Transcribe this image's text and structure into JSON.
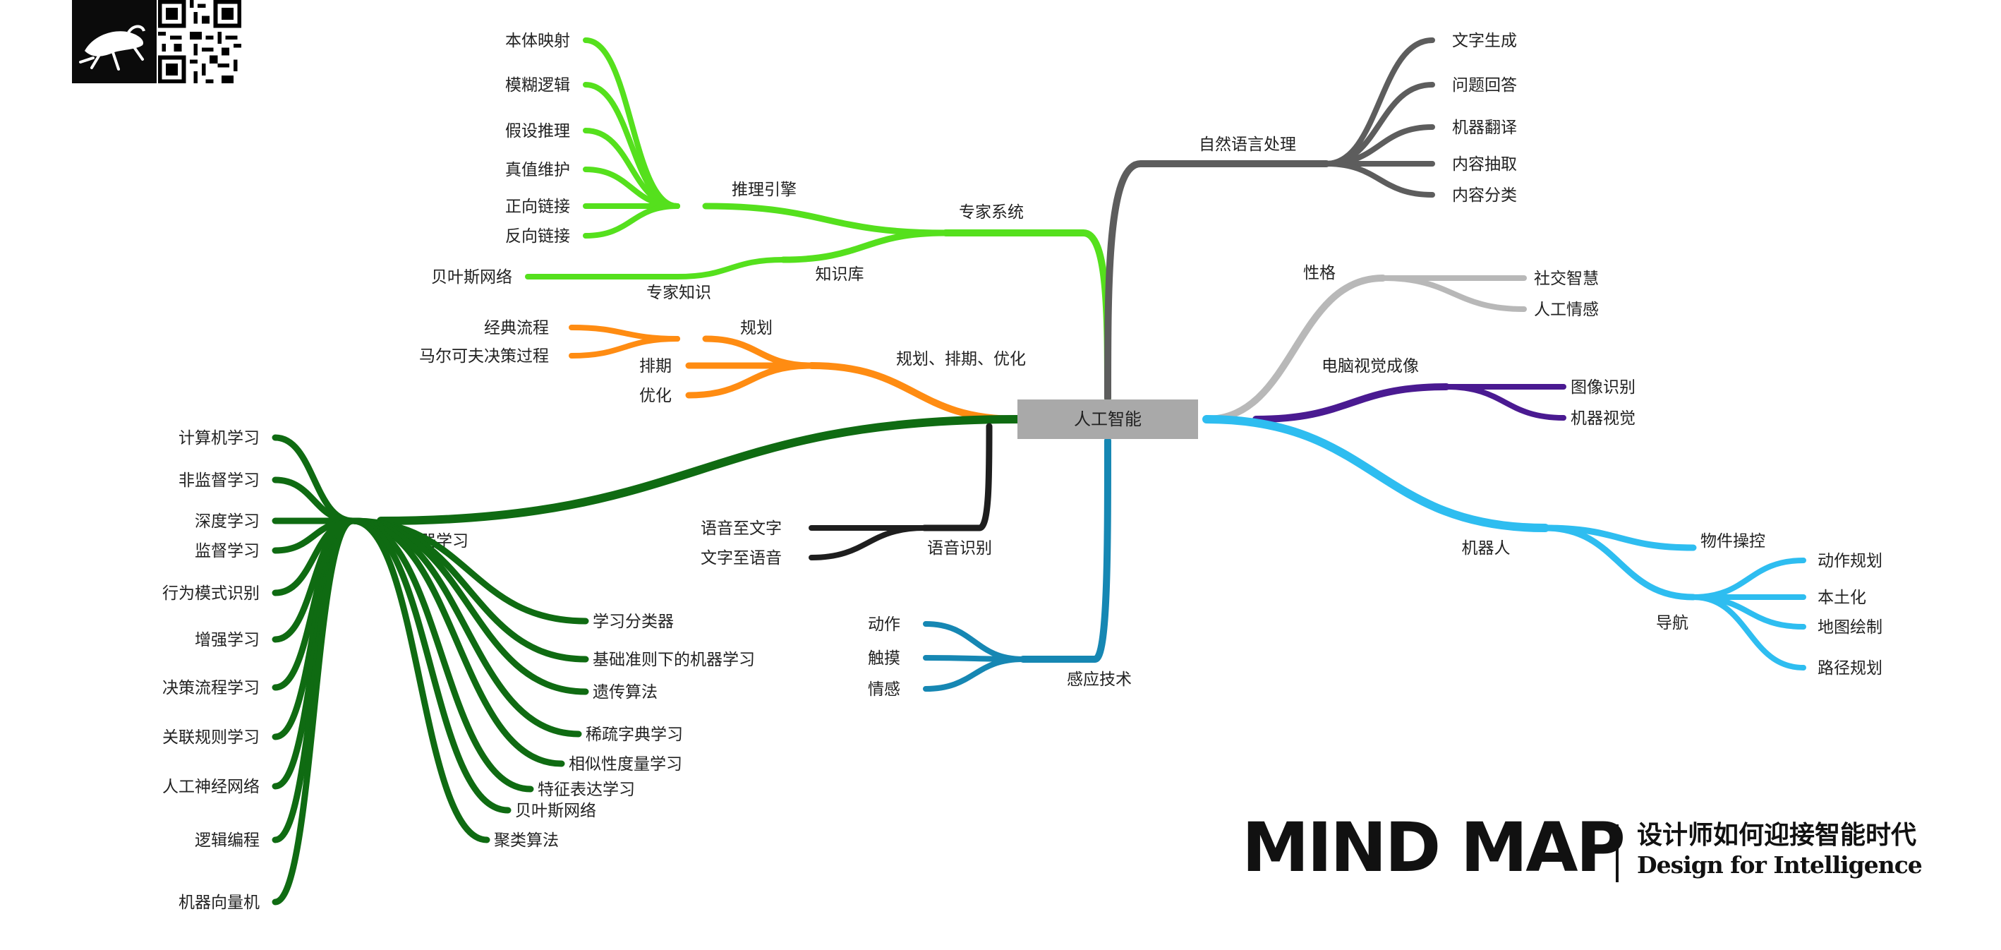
{
  "root": {
    "label": "人工智能",
    "color": "#a9a9a9"
  },
  "branches": [
    {
      "label": "专家系统",
      "color": "#55e01d",
      "children": [
        {
          "label": "推理引擎",
          "children": [
            "本体映射",
            "模糊逻辑",
            "假设推理",
            "真值维护",
            "正向链接",
            "反向链接"
          ]
        },
        {
          "label": "知识库",
          "children": [
            {
              "label": "专家知识",
              "children": [
                "贝叶斯网络"
              ]
            }
          ]
        }
      ]
    },
    {
      "label": "规划、排期、优化",
      "color": "#ff8c12",
      "children": [
        {
          "label": "规划",
          "children": [
            "经典流程",
            "马尔可夫决策过程"
          ]
        },
        {
          "label": "排期",
          "children": []
        },
        {
          "label": "优化",
          "children": []
        }
      ]
    },
    {
      "label": "机器学习",
      "color": "#0f6b12",
      "children": [
        "计算机学习",
        "非监督学习",
        "深度学习",
        "监督学习",
        "行为模式识别",
        "增强学习",
        "决策流程学习",
        "关联规则学习",
        "人工神经网络",
        "逻辑编程",
        "机器向量机",
        "学习分类器",
        "基础准则下的机器学习",
        "遗传算法",
        "稀疏字典学习",
        "相似性度量学习",
        "特征表达学习",
        "贝叶斯网络",
        "聚类算法"
      ]
    },
    {
      "label": "语音识别",
      "color": "#1e1e1e",
      "children": [
        "语音至文字",
        "文字至语音"
      ]
    },
    {
      "label": "感应技术",
      "color": "#1687b3",
      "children": [
        "动作",
        "触摸",
        "情感"
      ]
    },
    {
      "label": "自然语言处理",
      "color": "#5d5d5d",
      "children": [
        "文字生成",
        "问题回答",
        "机器翻译",
        "内容抽取",
        "内容分类"
      ]
    },
    {
      "label": "性格",
      "color": "#b8b8b8",
      "children": [
        "社交智慧",
        "人工情感"
      ]
    },
    {
      "label": "电脑视觉成像",
      "color": "#4a1a91",
      "children": [
        "图像识别",
        "机器视觉"
      ]
    },
    {
      "label": "机器人",
      "color": "#2ebdf0",
      "children": [
        {
          "label": "物件操控",
          "children": []
        },
        {
          "label": "导航",
          "children": [
            "动作规划",
            "本土化",
            "地图绘制",
            "路径规划"
          ]
        }
      ]
    }
  ],
  "footer": {
    "title": "MIND MAP",
    "subtitle_cn": "设计师如何迎接智能时代",
    "subtitle_en": "Design for Intelligence"
  },
  "corner": {
    "logo_icon": "frog-logo-icon",
    "qr_icon": "qr-code-icon"
  }
}
